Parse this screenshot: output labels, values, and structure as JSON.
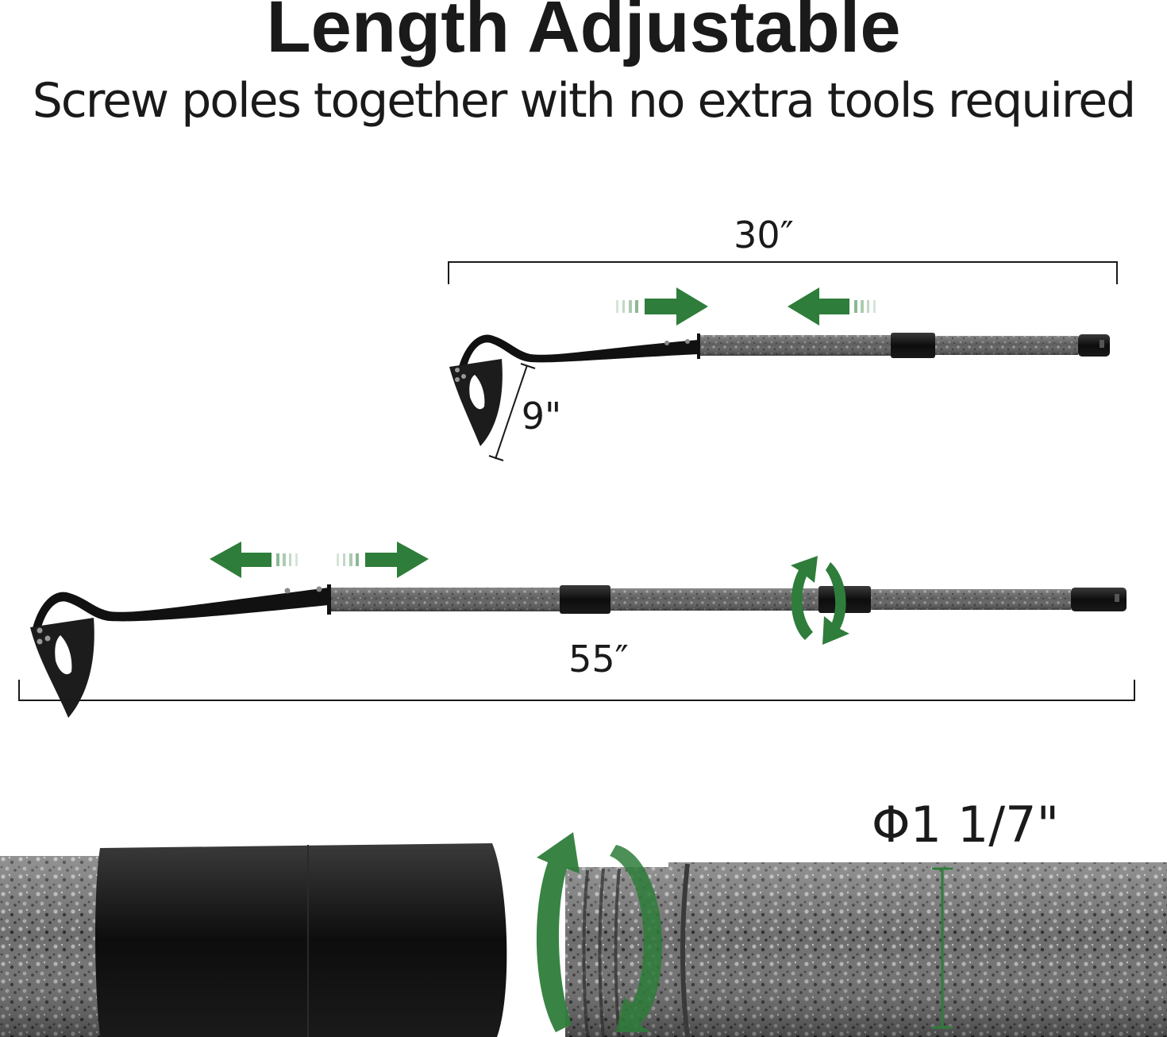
{
  "heading": {
    "title": "Length Adjustable",
    "subtitle": "Screw poles together with no extra tools required"
  },
  "dimensions": {
    "short_length": "30″",
    "blade_height": "9\"",
    "long_length": "55″",
    "diameter": "Φ1 1/7\""
  },
  "colors": {
    "arrow_green": "#2e7d3a",
    "pole_black": "#111111",
    "pole_gray": "#6b6b6b",
    "text": "#1a1a1a"
  },
  "icons": {
    "push_arrow": "arrow-right-icon",
    "pull_arrow": "arrow-left-icon",
    "twist": "rotate-icon"
  }
}
